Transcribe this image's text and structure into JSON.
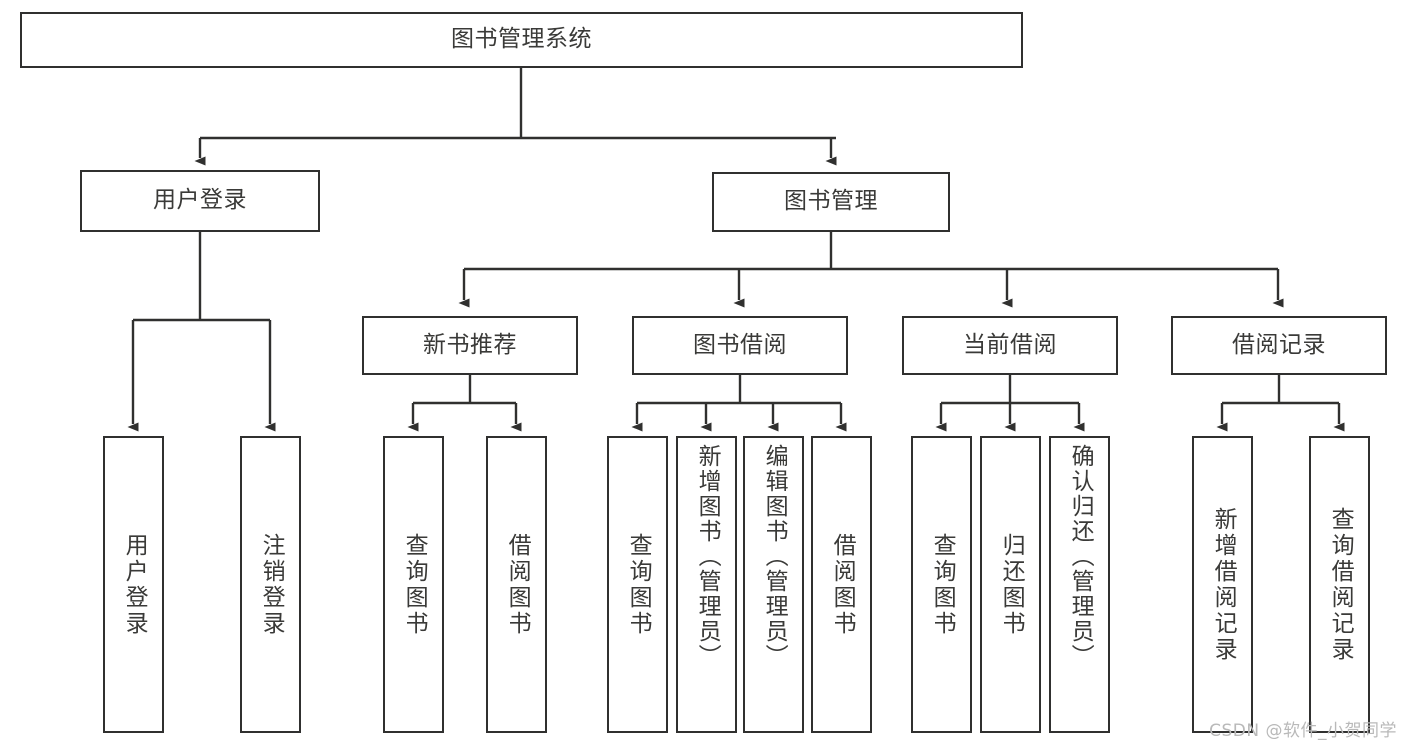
{
  "diagram": {
    "title": "图书管理系统",
    "type": "tree-hierarchy",
    "watermark": "CSDN @软件_小贺同学",
    "colors": {
      "stroke": "#30302f",
      "text": "#3a3a38",
      "background": "#ffffff",
      "watermark": "#b9b9b9"
    },
    "root": {
      "id": "root",
      "label": "图书管理系统"
    },
    "level2": [
      {
        "id": "user-login",
        "label": "用户登录"
      },
      {
        "id": "book-manage",
        "label": "图书管理"
      }
    ],
    "level3": [
      {
        "id": "new-book-rec",
        "label": "新书推荐",
        "parent": "book-manage"
      },
      {
        "id": "book-borrow",
        "label": "图书借阅",
        "parent": "book-manage"
      },
      {
        "id": "current-borrow",
        "label": "当前借阅",
        "parent": "book-manage"
      },
      {
        "id": "borrow-record",
        "label": "借阅记录",
        "parent": "book-manage"
      }
    ],
    "leaves": [
      {
        "id": "leaf-user-login",
        "label": "用户登录",
        "parent": "user-login"
      },
      {
        "id": "leaf-user-logout",
        "label": "注销登录",
        "parent": "user-login"
      },
      {
        "id": "leaf-query-book-1",
        "label": "查询图书",
        "parent": "new-book-rec"
      },
      {
        "id": "leaf-borrow-book-1",
        "label": "借阅图书",
        "parent": "new-book-rec"
      },
      {
        "id": "leaf-query-book-2",
        "label": "查询图书",
        "parent": "book-borrow"
      },
      {
        "id": "leaf-add-book",
        "label": "新增图书（管理员）",
        "parent": "book-borrow"
      },
      {
        "id": "leaf-edit-book",
        "label": "编辑图书（管理员）",
        "parent": "book-borrow"
      },
      {
        "id": "leaf-borrow-book-2",
        "label": "借阅图书",
        "parent": "book-borrow"
      },
      {
        "id": "leaf-query-book-3",
        "label": "查询图书",
        "parent": "current-borrow"
      },
      {
        "id": "leaf-return-book",
        "label": "归还图书",
        "parent": "current-borrow"
      },
      {
        "id": "leaf-confirm-return",
        "label": "确认归还（管理员）",
        "parent": "current-borrow"
      },
      {
        "id": "leaf-add-record",
        "label": "新增借阅记录",
        "parent": "borrow-record"
      },
      {
        "id": "leaf-query-record",
        "label": "查询借阅记录",
        "parent": "borrow-record"
      }
    ]
  }
}
